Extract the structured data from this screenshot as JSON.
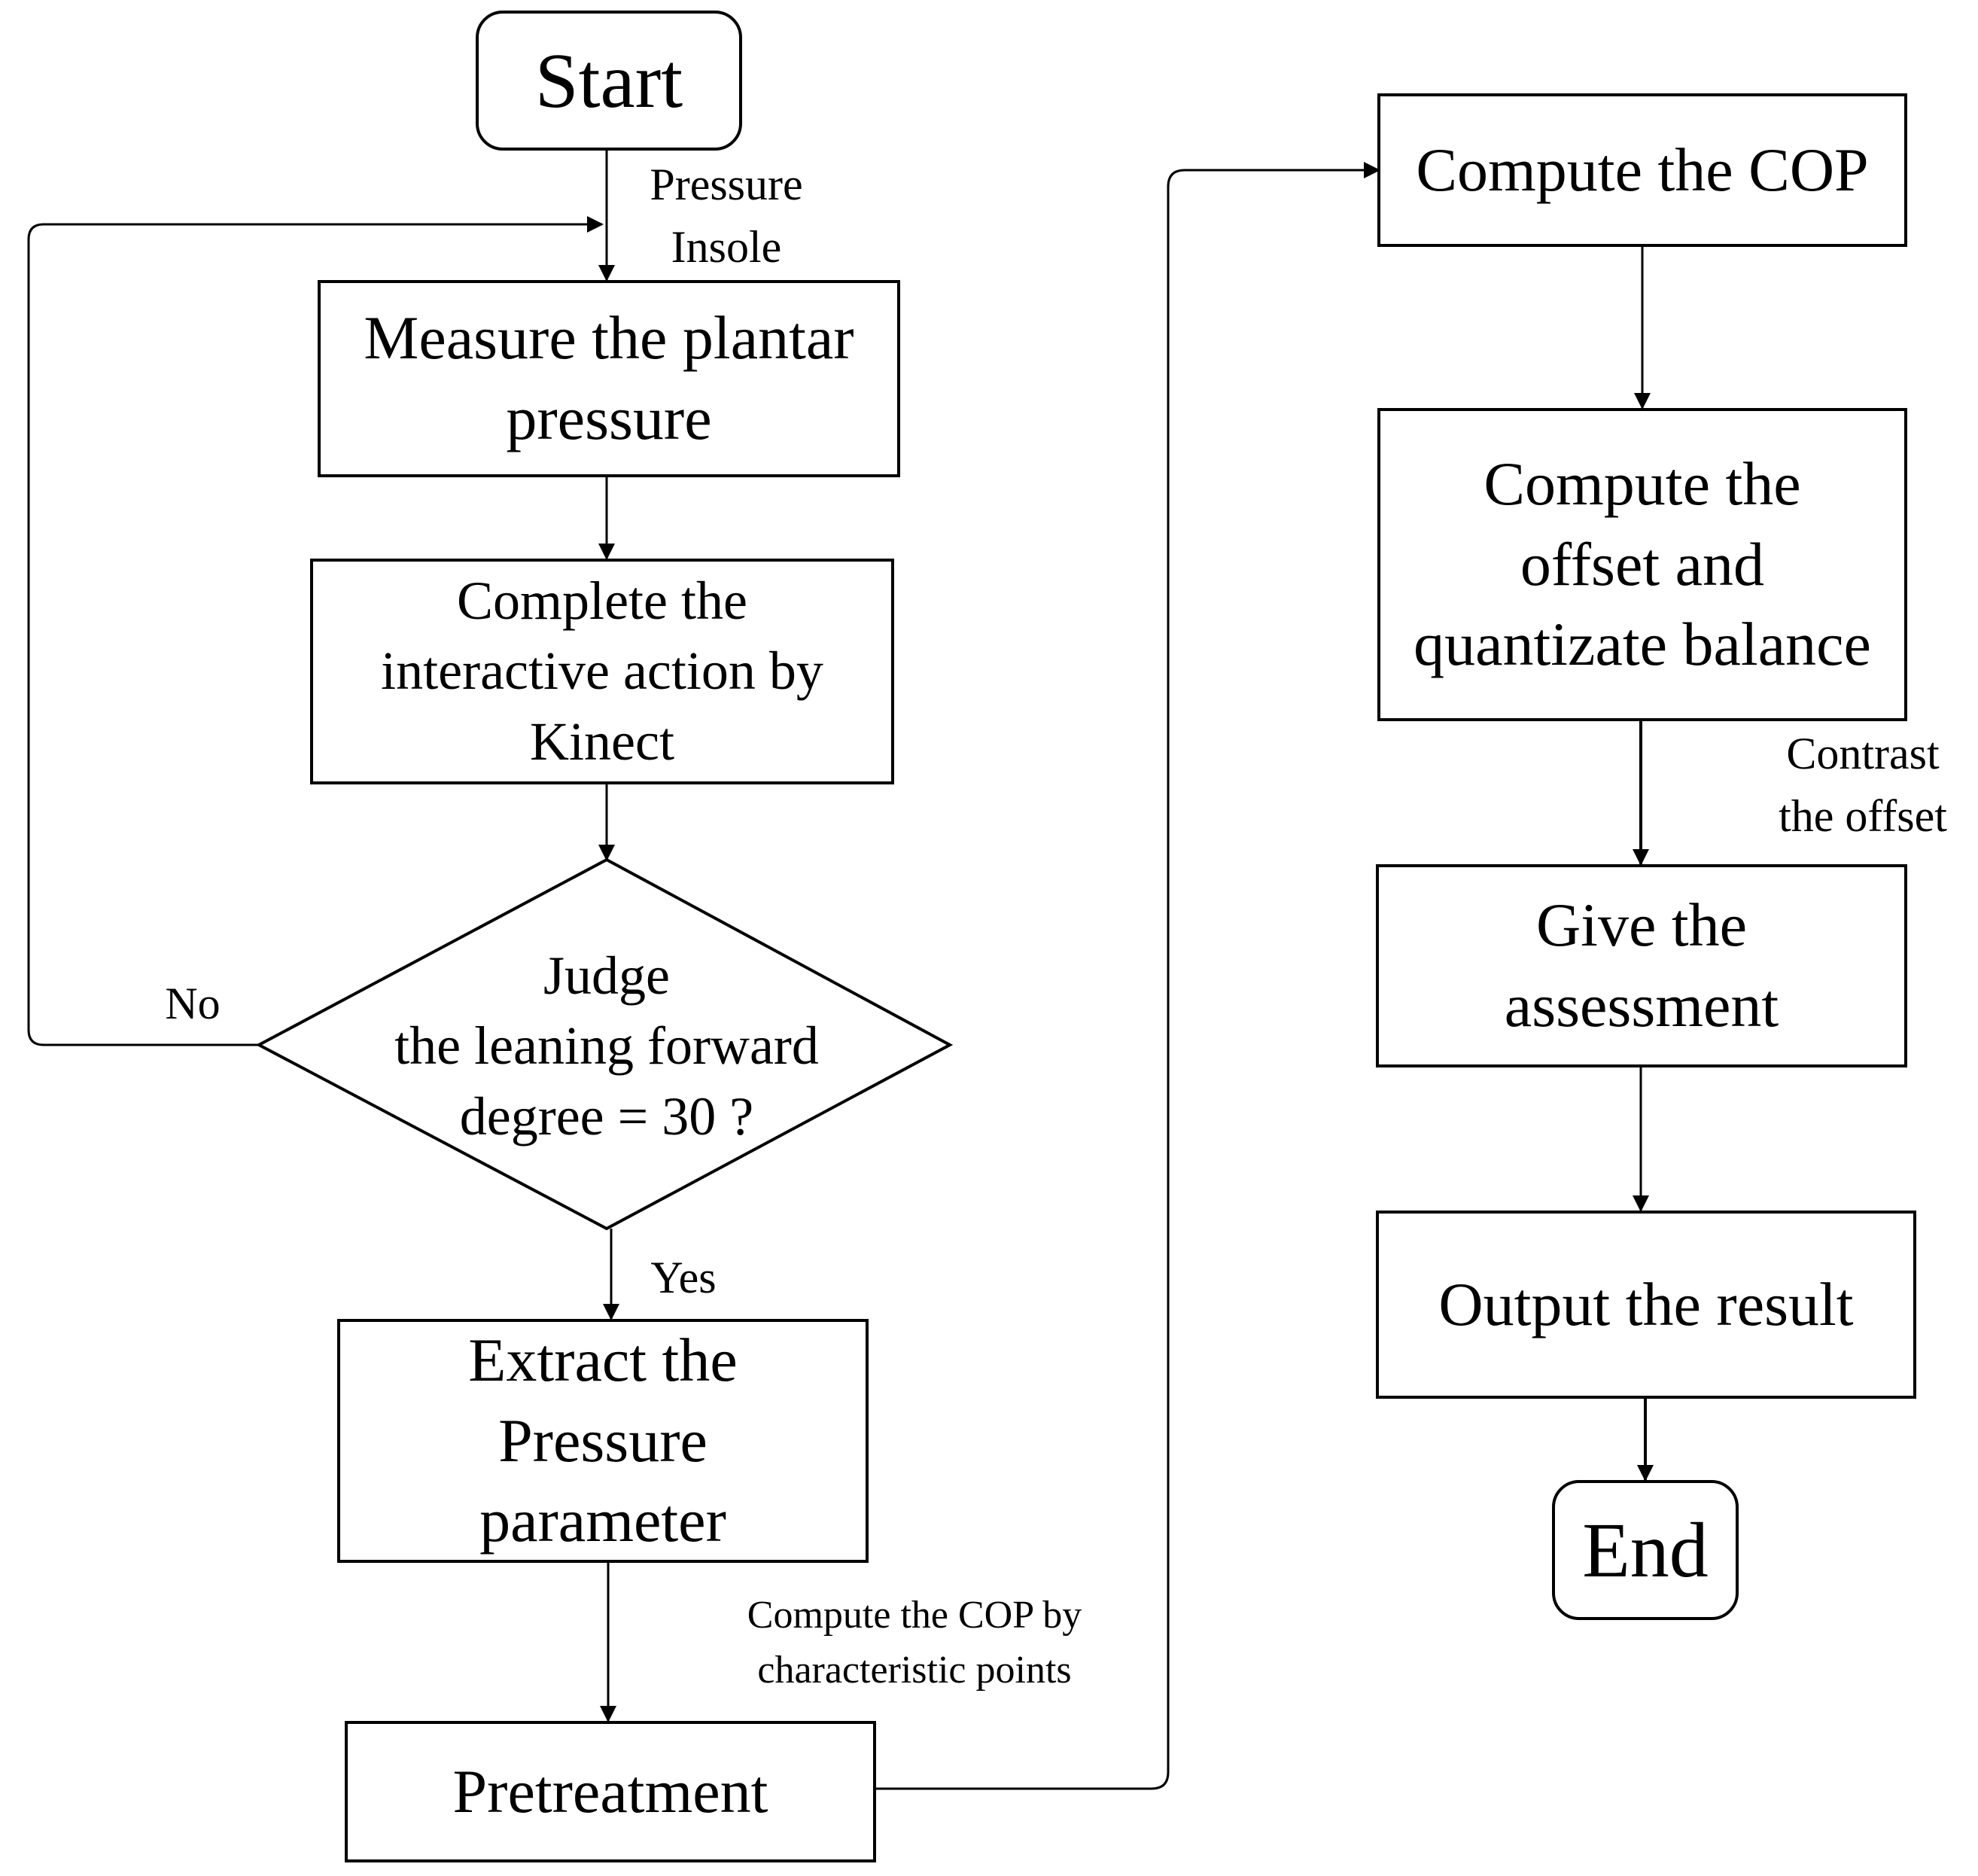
{
  "nodes": {
    "start": "Start",
    "measure": "Measure the plantar\npressure",
    "complete": "Complete the\ninteractive action by\nKinect",
    "judge": "Judge\nthe leaning forward\ndegree = 30 ?",
    "extract": "Extract the\nPressure\nparameter",
    "pretreatment": "Pretreatment",
    "compute_cop": "Compute the COP",
    "compute_offset": "Compute the\noffset and\nquantizate balance",
    "assessment": "Give the\nassessment",
    "output": "Output the result",
    "end": "End"
  },
  "edge_labels": {
    "pressure_insole": "Pressure\nInsole",
    "no": "No",
    "yes": "Yes",
    "compute_cop_by_points": "Compute the COP by\ncharacteristic points",
    "contrast_offset": "Contrast\nthe offset"
  }
}
